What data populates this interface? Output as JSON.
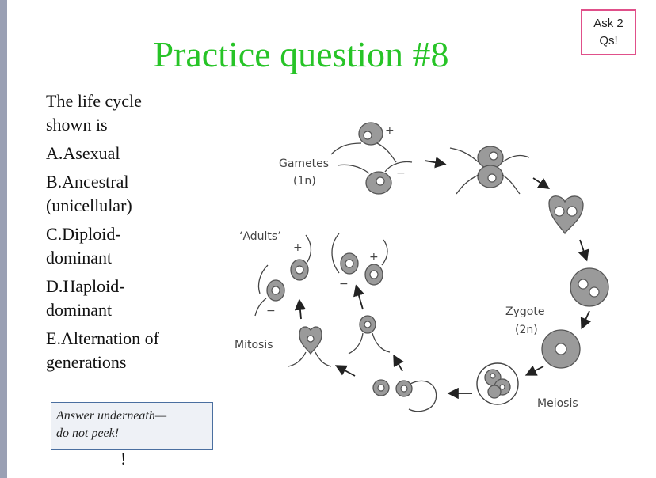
{
  "slide": {
    "title": "Practice question #8",
    "ask_note": [
      "Ask 2",
      "Qs!"
    ]
  },
  "question": {
    "stem": [
      "The life cycle",
      "shown is"
    ],
    "options": [
      [
        "A.Asexual"
      ],
      [
        "B.Ancestral",
        "(unicellular)"
      ],
      [
        "C.Diploid-",
        "dominant"
      ],
      [
        "D.Haploid-",
        "dominant"
      ],
      [
        "E.Alternation of",
        "generations"
      ]
    ]
  },
  "answer_box": {
    "lines": [
      "Answer underneath—",
      "do not peek!"
    ],
    "mark": "!"
  },
  "diagram": {
    "labels": {
      "gametes": "Gametes",
      "gametes_ploidy": "(1n)",
      "adults": "‘Adults’",
      "zygote": "Zygote",
      "zygote_ploidy": "(2n)",
      "mitosis": "Mitosis",
      "meiosis": "Meiosis",
      "plus": "+",
      "minus": "−"
    }
  },
  "colors": {
    "title": "#27c427",
    "ask_border": "#e0508a",
    "answer_border": "#4a6fa0",
    "cell_fill": "#9a9a9a"
  }
}
